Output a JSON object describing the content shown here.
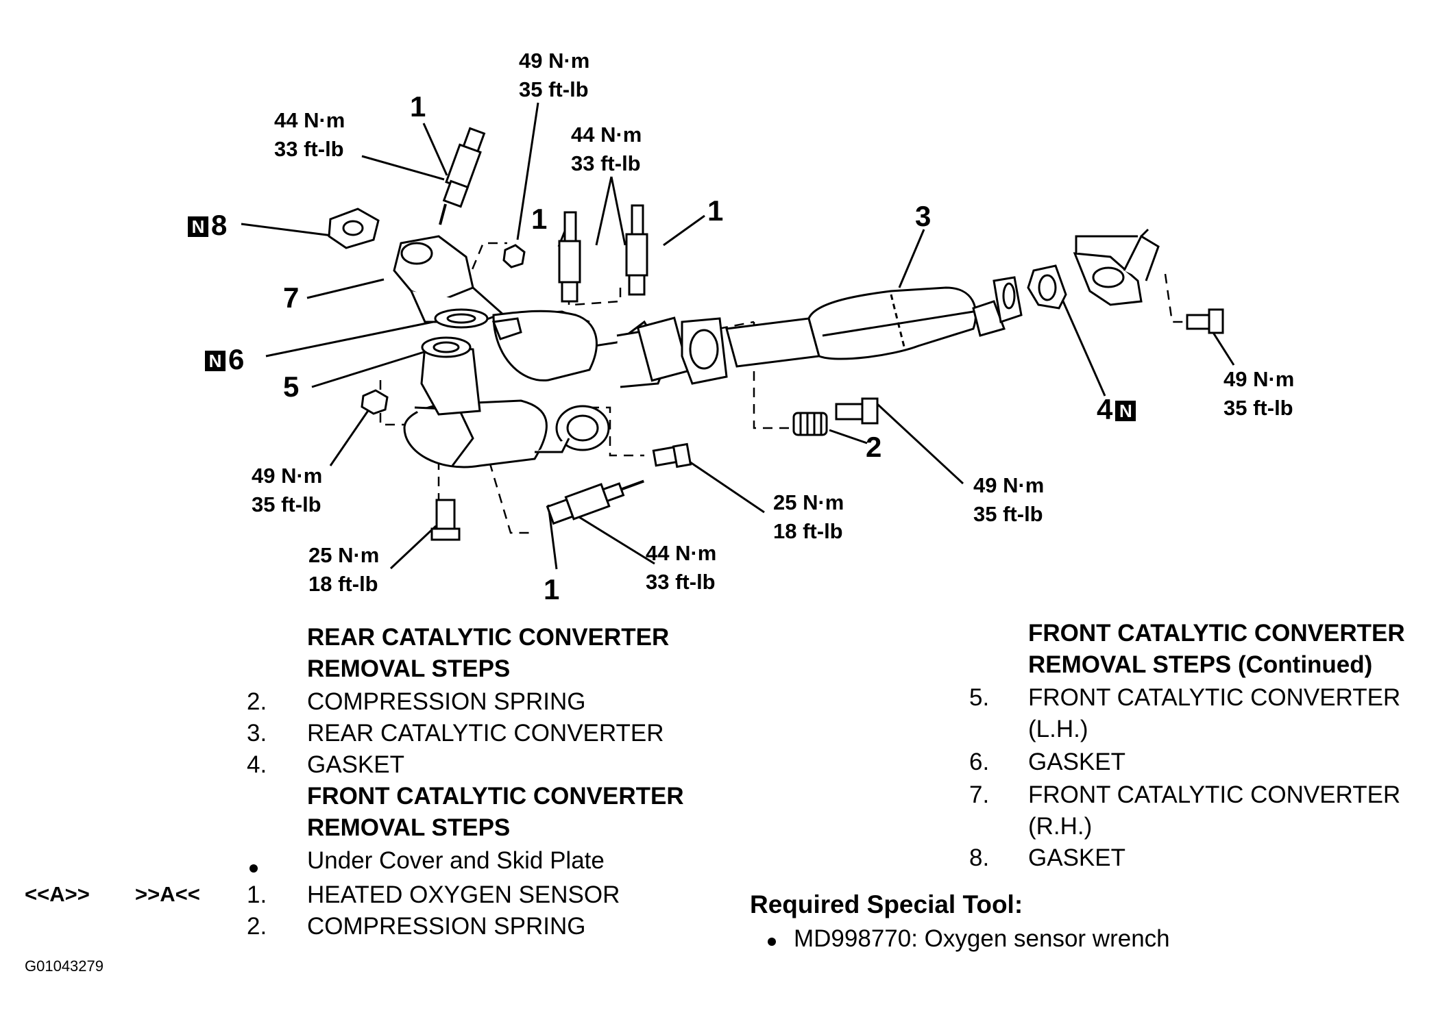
{
  "torque": {
    "t_top": {
      "nm": "49 N·m",
      "ftlb": "35 ft-lb"
    },
    "t_rhsensor": {
      "nm": "44 N·m",
      "ftlb": "33 ft-lb"
    },
    "t_midsensors": {
      "nm": "44 N·m",
      "ftlb": "33 ft-lb"
    },
    "t_nut_left": {
      "nm": "49 N·m",
      "ftlb": "35 ft-lb"
    },
    "t_bolt_bottom": {
      "nm": "25 N·m",
      "ftlb": "18 ft-lb"
    },
    "t_sensor_bottom": {
      "nm": "44 N·m",
      "ftlb": "33 ft-lb"
    },
    "t_bolt_mid": {
      "nm": "25 N·m",
      "ftlb": "18 ft-lb"
    },
    "t_spring_bolt": {
      "nm": "49 N·m",
      "ftlb": "35 ft-lb"
    },
    "t_right": {
      "nm": "49 N·m",
      "ftlb": "35 ft-lb"
    }
  },
  "callouts": {
    "c1a": "1",
    "c1b": "1",
    "c1c": "1",
    "c1d": "1",
    "c2": "2",
    "c3": "3",
    "c4": "4",
    "c5": "5",
    "c6": "6",
    "c7": "7",
    "c8": "8",
    "nmark": "N"
  },
  "rear_steps": {
    "heading1": "REAR CATALYTIC CONVERTER",
    "heading2": "REMOVAL STEPS",
    "items": [
      {
        "num": "2.",
        "text": "COMPRESSION SPRING"
      },
      {
        "num": "3.",
        "text": "REAR CATALYTIC CONVERTER"
      },
      {
        "num": "4.",
        "text": "GASKET"
      }
    ]
  },
  "front_steps": {
    "heading1": "FRONT CATALYTIC CONVERTER",
    "heading2": "REMOVAL STEPS",
    "bullet_item": "Under Cover and Skid Plate",
    "items": [
      {
        "num": "1.",
        "text": "HEATED OXYGEN SENSOR"
      },
      {
        "num": "2.",
        "text": "COMPRESSION SPRING"
      }
    ],
    "side_left": "<<A>>",
    "side_right": ">>A<<"
  },
  "front_steps_cont": {
    "heading1": "FRONT CATALYTIC CONVERTER",
    "heading2": "REMOVAL STEPS (Continued)",
    "items": [
      {
        "num": "5.",
        "text": "FRONT CATALYTIC CONVERTER",
        "text2": "(L.H.)"
      },
      {
        "num": "6.",
        "text": "GASKET"
      },
      {
        "num": "7.",
        "text": "FRONT CATALYTIC CONVERTER",
        "text2": "(R.H.)"
      },
      {
        "num": "8.",
        "text": "GASKET"
      }
    ]
  },
  "tool": {
    "title": "Required Special Tool:",
    "item": "MD998770: Oxygen sensor wrench"
  },
  "figure_id": "G01043279"
}
